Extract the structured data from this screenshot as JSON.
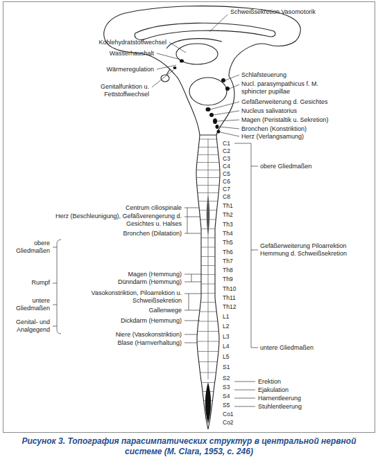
{
  "diagram": {
    "caption": "Рисунок 3. Топография парасимпатических структур в центральной нервной системе (M. Clara, 1953, с. 246)",
    "labels": [
      "Schweißsekretion Vasomotorik",
      "Kohlehydratstoffwechsel",
      "Wasserhaushalt",
      "Wärmeregulation",
      "Genitalfunktion u. Fettstoffwechsel",
      "Schlafsteuerung",
      "Nucl. parasympathicus f. M. sphincter pupillae",
      "Gefäßerweiterung d. Gesichtes",
      "Nucleus salivatorius",
      "Magen (Peristaltik u. Sekretion)",
      "Bronchen (Konstriktion)",
      "Herz (Verlangsamung)",
      "C1",
      "C2",
      "C3",
      "C4",
      "C5",
      "C6",
      "C7",
      "C8",
      "Th1",
      "Th2",
      "Th3",
      "Th4",
      "Th5",
      "Th6",
      "Th7",
      "Th8",
      "Th9",
      "Th10",
      "Th11",
      "Th12",
      "L1",
      "L2",
      "L3",
      "L4",
      "L5",
      "S1",
      "S2",
      "S3",
      "S4",
      "S5",
      "Co1",
      "Co2",
      "obere Gliedmaßen",
      "Gefäßerweiterung Piloarrektion Hemmung d. Schweißsekretion",
      "untere Gliedmaßen",
      "Centrum ciliospinale",
      "Herz (Beschleunigung), Gefäßverengerung d. Gesichtes u. Halses",
      "Bronchen (Dilatation)",
      "Magen (Hemmung)",
      "Dünndarm (Hemmung)",
      "Vasokonstriktion, Piloarrektion u. Schweißsekretion",
      "Gallenwege",
      "Dickdarm (Hemmung)",
      "Niere (Vasokonstriktion)",
      "Blase (Harnverhaltung)",
      "obere Gliedmaßen",
      "Rumpf",
      "untere Gliedmaßen",
      "Genital- und Analgegend",
      "Erektion",
      "Ejakulation",
      "Harnentleerung",
      "Stuhlentleerung"
    ]
  }
}
